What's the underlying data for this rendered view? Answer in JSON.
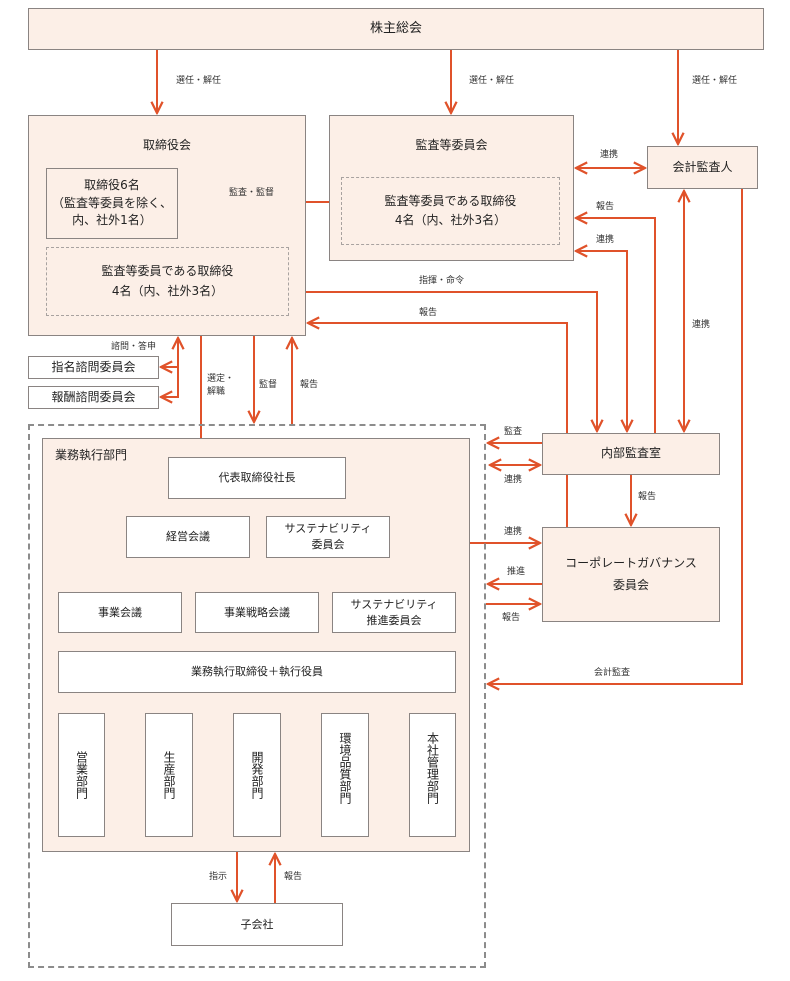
{
  "title": "コーポレートガバナンス体制図",
  "accent_color": "#e0522a",
  "boxes": {
    "shareholders": "株主総会",
    "board": "取締役会",
    "directors": [
      "取締役6名",
      "（監査等委員を除く、",
      "内、社外1名）"
    ],
    "board_audit_members": [
      "監査等委員である取締役",
      "4名（内、社外3名）"
    ],
    "audit_committee": "監査等委員会",
    "audit_committee_members": [
      "監査等委員である取締役",
      "4名（内、社外3名）"
    ],
    "accounting_auditor": "会計監査人",
    "nomination_committee": "指名諮問委員会",
    "compensation_committee": "報酬諮問委員会",
    "execution_division": "業務執行部門",
    "president": "代表取締役社長",
    "management_meeting": "経営会議",
    "sustainability_committee": [
      "サステナビリティ",
      "委員会"
    ],
    "business_meeting": "事業会議",
    "business_strategy_meeting": "事業戦略会議",
    "sustainability_promotion": [
      "サステナビリティ",
      "推進委員会"
    ],
    "executives": "業務執行取締役＋執行役員",
    "departments": [
      "営業部門",
      "生産部門",
      "開発部門",
      "環境品質部門",
      "本社管理部門"
    ],
    "internal_audit": "内部監査室",
    "governance_committee": [
      "コーポレートガバナンス",
      "委員会"
    ],
    "subsidiaries": "子会社"
  },
  "labels": {
    "elect_dismiss_1": "選任・解任",
    "elect_dismiss_2": "選任・解任",
    "elect_dismiss_3": "選任・解任",
    "audit_supervise": "監査・監督",
    "cooperate_auditor": "連携",
    "report_ia_to_ac": "報告",
    "cooperate_ia_ac": "連携",
    "cooperate_auditor_ia": "連携",
    "command_order": "指揮・命令",
    "report_ia_to_board": "報告",
    "consult_report": "諮問・答申",
    "appoint_dismiss": [
      "選定・",
      "解職"
    ],
    "supervise": "監督",
    "report_exec_to_board": "報告",
    "audit_ia_exec": "監査",
    "cooperate_ia_exec": "連携",
    "report_ia_to_gc": "報告",
    "cooperate_gc_sus": "連携",
    "promote": "推進",
    "report_exec_to_gc": "報告",
    "accounting_audit": "会計監査",
    "instruct": "指示",
    "report_sub": "報告"
  }
}
